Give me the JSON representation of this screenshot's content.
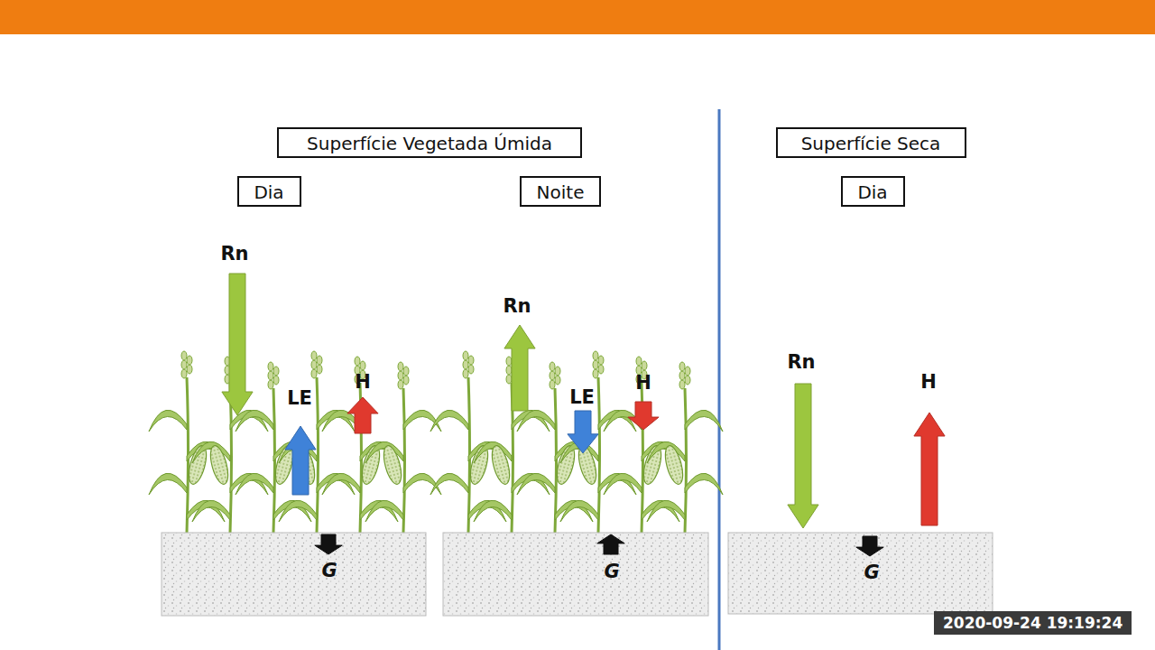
{
  "diagram": {
    "nodes": [
      {
        "text": [
          "Superfície Vegetada Úmida"
        ]
      },
      {
        "text": [
          "Dia"
        ]
      },
      {
        "text": [
          "Noite"
        ]
      },
      {
        "text": [
          "Superfície Seca"
        ]
      },
      {
        "text": [
          "Dia"
        ]
      }
    ],
    "labels": [
      "Rn",
      "LE",
      "H",
      "G",
      "Rn",
      "LE",
      "H",
      "G",
      "Rn",
      "H",
      "G",
      "2020-09-24 19:19:24"
    ]
  }
}
